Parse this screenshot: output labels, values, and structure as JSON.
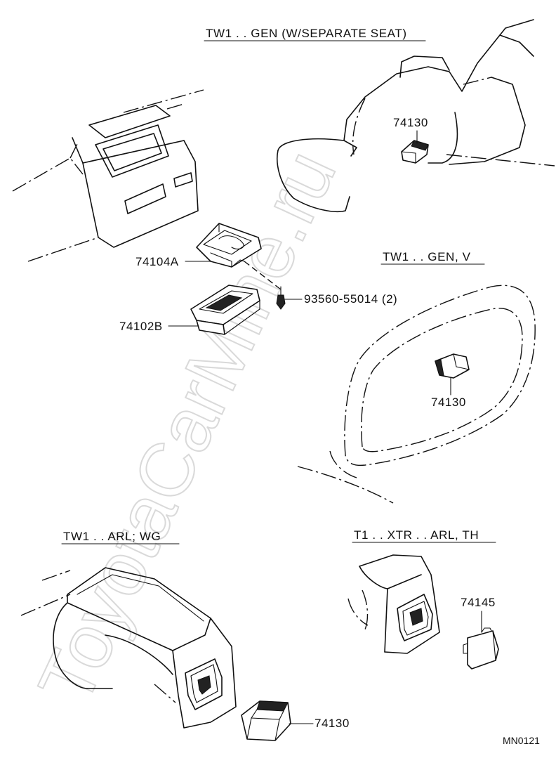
{
  "watermark": "ToyotaCarMine.ru",
  "drawing_code": "MN0121",
  "sections": [
    {
      "id": "sep-seat",
      "title": "TW1 . . GEN (W/SEPARATE SEAT)"
    },
    {
      "id": "gen-v",
      "title": "TW1 . . GEN, V"
    },
    {
      "id": "arl-wg",
      "title": "TW1 . . ARL; WG"
    },
    {
      "id": "xtr",
      "title": "T1 . . XTR . . ARL, TH"
    }
  ],
  "parts": [
    {
      "id": "p74130a",
      "number": "74130"
    },
    {
      "id": "p74104a",
      "number": "74104A"
    },
    {
      "id": "p93560",
      "number": "93560-55014 (2)"
    },
    {
      "id": "p74102b",
      "number": "74102B"
    },
    {
      "id": "p74130b",
      "number": "74130"
    },
    {
      "id": "p74145",
      "number": "74145"
    },
    {
      "id": "p74130c",
      "number": "74130"
    }
  ]
}
